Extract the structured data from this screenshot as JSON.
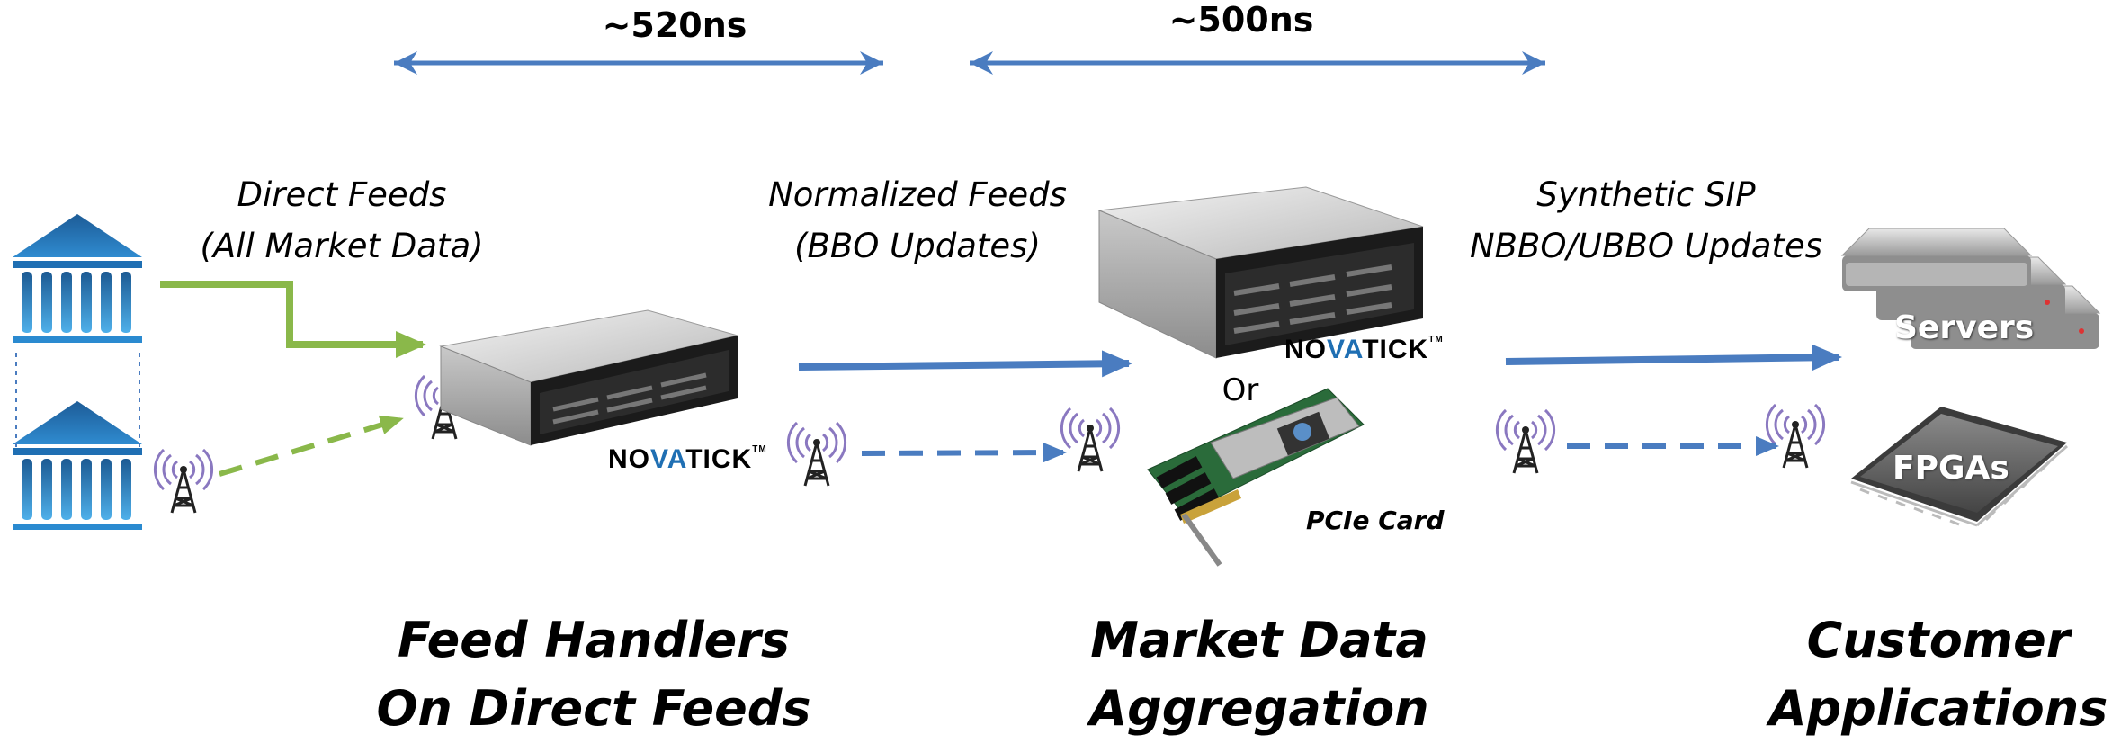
{
  "latency": {
    "left": "~520ns",
    "right": "~500ns"
  },
  "feeds": {
    "direct": [
      "Direct Feeds",
      "(All Market Data)"
    ],
    "normalized": [
      "Normalized Feeds",
      "(BBO Updates)"
    ],
    "synthetic": [
      "Synthetic SIP",
      "NBBO/UBBO Updates"
    ]
  },
  "devices": {
    "brand": "NOVATICK",
    "brand_prefix": "NO",
    "brand_highlight": "VA",
    "brand_suffix": "TICK",
    "trademark": "TM",
    "or_label": "Or",
    "pcie_label": "PCIe Card",
    "servers_label": "Servers",
    "fpga_label": "FPGAs"
  },
  "sections": {
    "feed_handlers": [
      "Feed Handlers",
      "On Direct Feeds"
    ],
    "aggregation": [
      "Market Data",
      "Aggregation"
    ],
    "customer": [
      "Customer",
      "Applications"
    ]
  },
  "colors": {
    "blue_arrow": "#4a7cc0",
    "green_arrow": "#8ab84a",
    "exchange_blue": "#1f6fb3",
    "antenna_purple": "#8a78c0"
  },
  "icons": [
    "exchange-building-icon",
    "antenna-icon",
    "rack-server-icon",
    "pcie-card-icon",
    "servers-stack-icon",
    "fpga-chip-icon"
  ]
}
